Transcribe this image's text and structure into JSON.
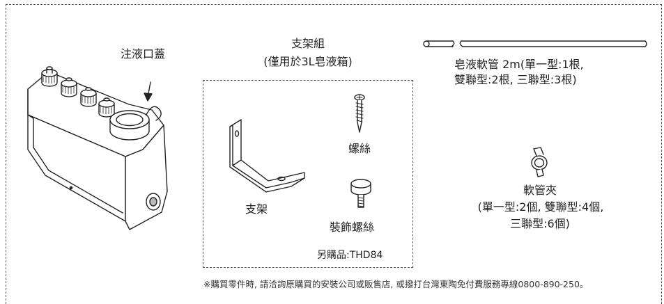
{
  "labels": {
    "tank_lid": "注液口蓋",
    "bracket_set_title": "支架組",
    "bracket_set_sub": "(僅用於3L皂液箱)",
    "screw": "螺絲",
    "bracket": "支架",
    "deco_screw": "裝飾螺絲",
    "sold_separately": "另購品:THD84",
    "hose_line1": "皂液軟管 2m(單一型:1根,",
    "hose_line2": "雙聯型:2根, 三聯型:3根)",
    "clamp_title": "軟管夾",
    "clamp_line1": "(單一型:2個, 雙聯型:4個,",
    "clamp_line2": "三聯型:6個)"
  },
  "footer": {
    "note": "※購買零件時, 請洽詢原購買的安裝公司或販售店, 或撥打台灣東陶免付費服務專線0800-890-250。"
  }
}
